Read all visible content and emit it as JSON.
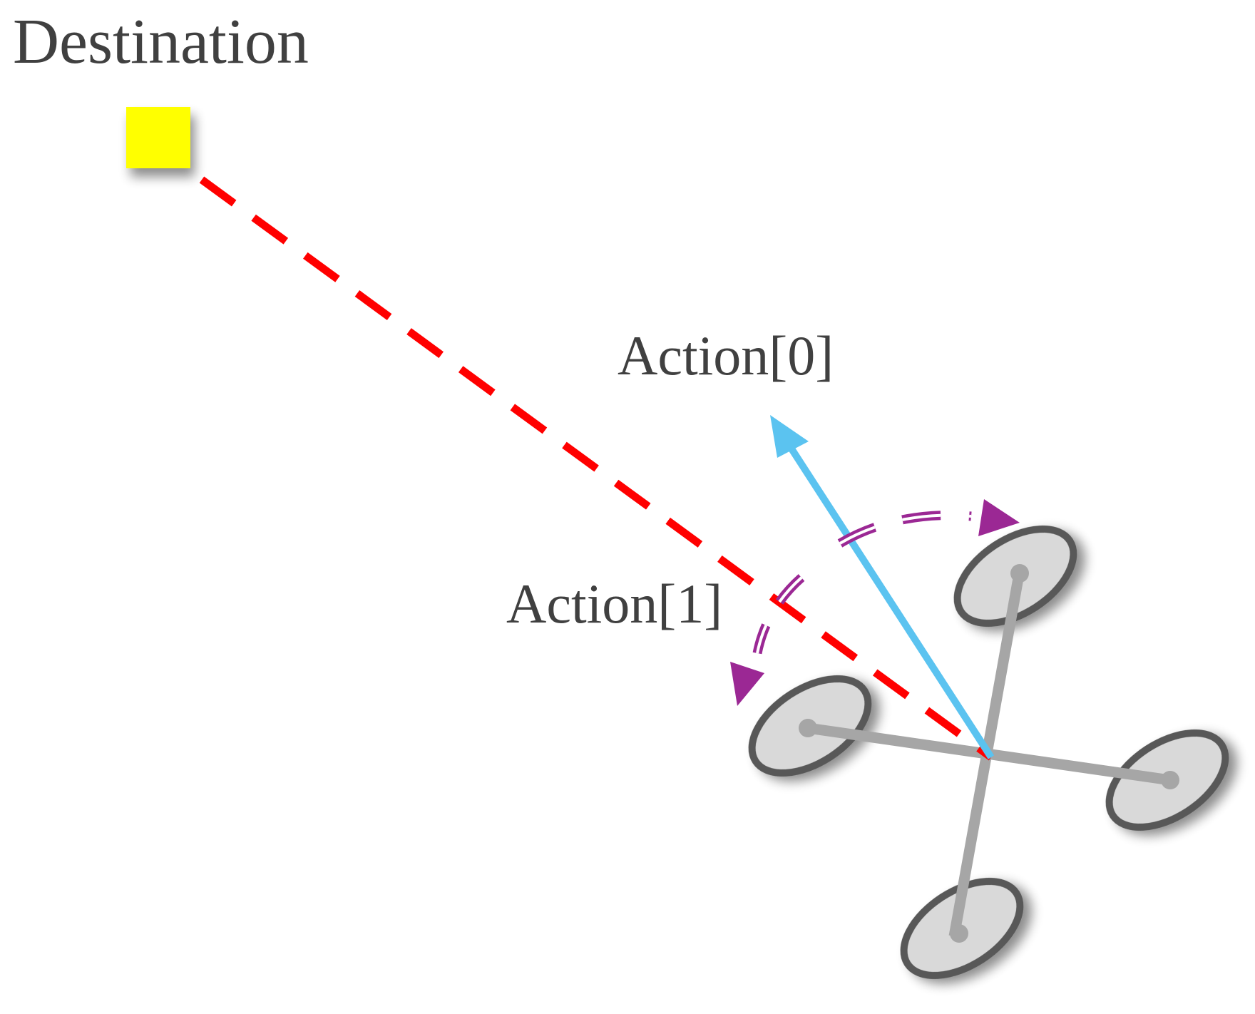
{
  "labels": {
    "destination": "Destination",
    "action0": "Action[0]",
    "action1": "Action[1]"
  },
  "colors": {
    "destination_marker": "#ffff00",
    "path_to_destination": "#ff0000",
    "action0_arrow": "#5bc3f0",
    "action1_arrow": "#9b2894",
    "drone_arm": "#a6a6a6",
    "rotor_fill": "#d9d9d9",
    "rotor_outline": "#595959",
    "text": "#404040"
  },
  "icons": {
    "destination": "yellow-square-marker",
    "agent": "quadcopter-drone"
  }
}
